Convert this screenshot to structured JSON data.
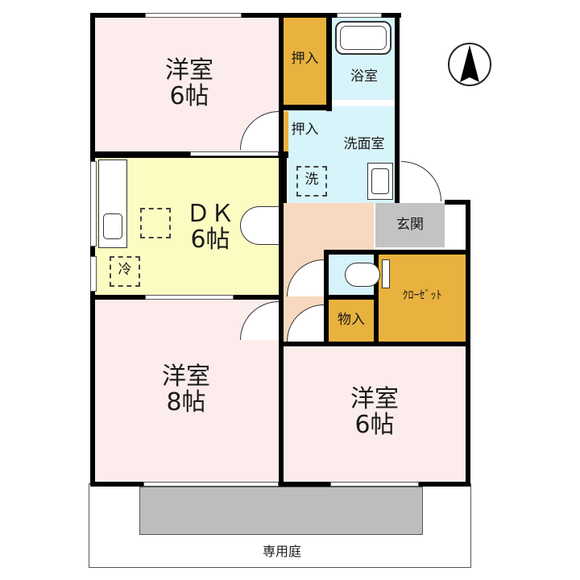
{
  "floor_plan": {
    "rooms": [
      {
        "id": "bedroom-top",
        "name": "洋室",
        "size": "6帖",
        "color": "#fcecec"
      },
      {
        "id": "closet-oshiire-1",
        "name": "押入",
        "color": "#e9b23f"
      },
      {
        "id": "closet-oshiire-2",
        "name": "押入",
        "color": "#e9b23f"
      },
      {
        "id": "bathroom",
        "name": "浴室",
        "color": "#d7f4fb"
      },
      {
        "id": "washroom",
        "name": "洗面室",
        "color": "#d7f4fb"
      },
      {
        "id": "washer",
        "name": "洗"
      },
      {
        "id": "dk",
        "name": "ＤＫ",
        "size": "6帖",
        "color": "#fbfbc2"
      },
      {
        "id": "fridge",
        "name": "冷"
      },
      {
        "id": "hallway",
        "color": "#f8d9bf"
      },
      {
        "id": "entrance",
        "name": "玄関",
        "color": "#c3c3c3"
      },
      {
        "id": "toilet",
        "color": "#d7f4fb"
      },
      {
        "id": "closet",
        "name": "ｸﾛｰｾﾞｯﾄ",
        "color": "#e9b23f"
      },
      {
        "id": "storage",
        "name": "物入",
        "color": "#e9b23f"
      },
      {
        "id": "bedroom-left",
        "name": "洋室",
        "size": "8帖",
        "color": "#fcecec"
      },
      {
        "id": "bedroom-right",
        "name": "洋室",
        "size": "6帖",
        "color": "#fcecec"
      },
      {
        "id": "garden",
        "name": "専用庭"
      }
    ],
    "compass": {
      "direction": "north"
    },
    "colors": {
      "wall": "#000000",
      "terrace": "#bdbdbd"
    }
  }
}
